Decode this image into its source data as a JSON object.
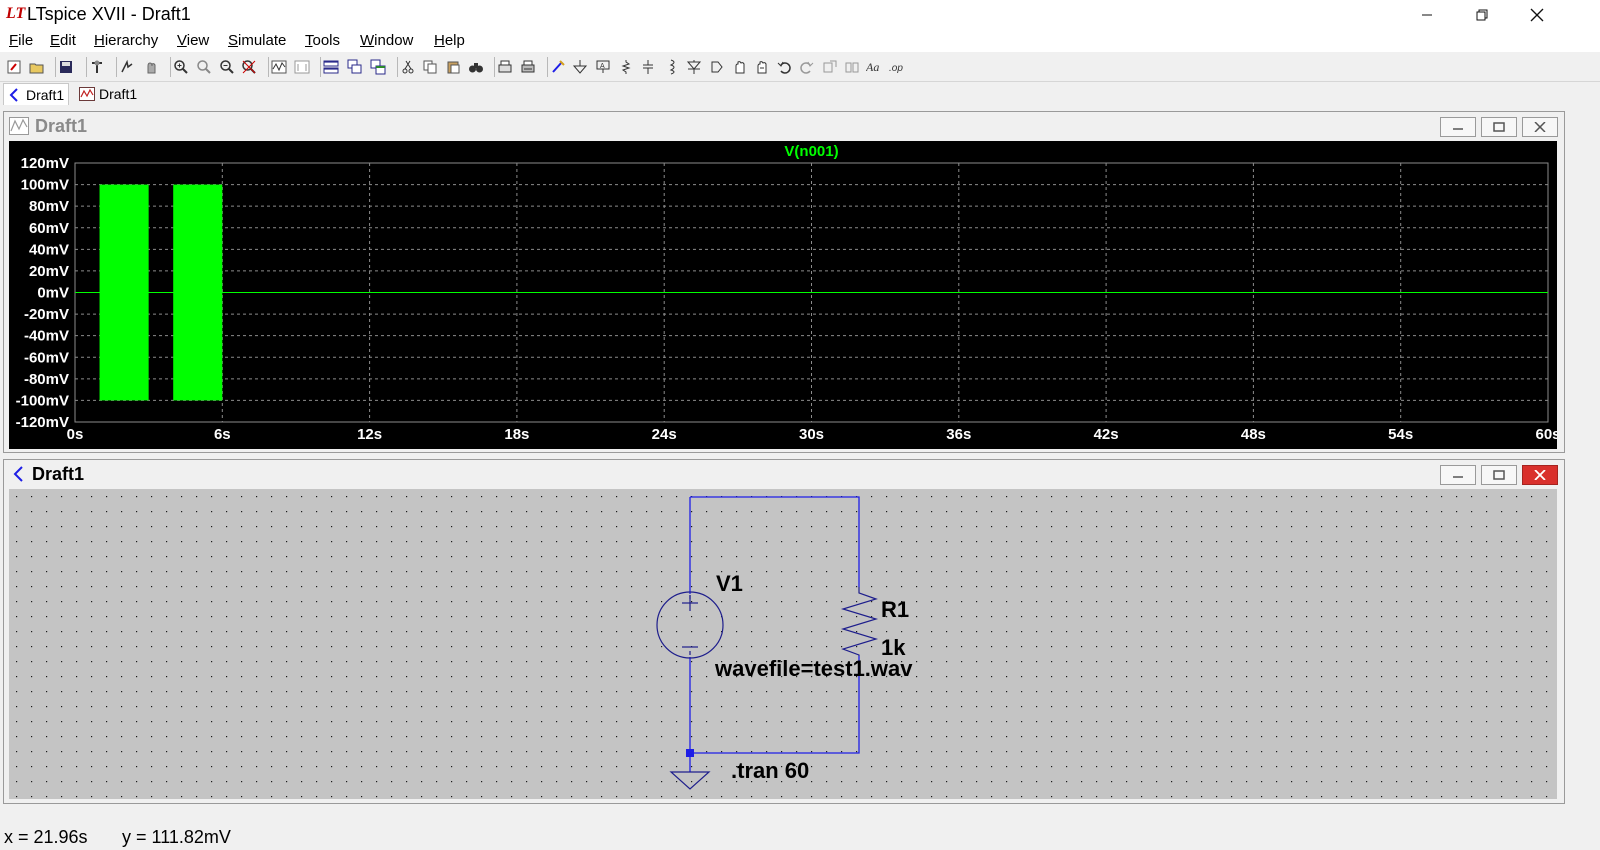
{
  "app": {
    "title": "LTspice XVII - Draft1",
    "logo_glyph": "LT",
    "window_buttons": [
      "minimize-icon",
      "restore-icon",
      "close-icon"
    ]
  },
  "menu": {
    "items": [
      "File",
      "Edit",
      "Hierarchy",
      "View",
      "Simulate",
      "Tools",
      "Window",
      "Help"
    ]
  },
  "toolbar": {
    "icons": [
      "new-schematic-icon",
      "open-icon",
      "save-icon",
      "control-panel-icon",
      "run-icon",
      "halt-icon",
      "zoom-in-icon",
      "zoom-area-icon",
      "zoom-out-icon",
      "zoom-cancel-icon",
      "autorange-icon",
      "autorange-y-icon",
      "tile-horizontal-icon",
      "tile-vertical-icon",
      "cascade-icon",
      "cut-icon",
      "copy-icon",
      "paste-icon",
      "find-icon",
      "print-preview-icon",
      "print-icon",
      "wire-icon",
      "ground-icon",
      "label-net-icon",
      "resistor-icon",
      "capacitor-icon",
      "inductor-icon",
      "diode-icon",
      "component-icon",
      "move-icon",
      "drag-icon",
      "undo-icon",
      "redo-icon",
      "rotate-icon",
      "mirror-icon",
      "text-icon",
      "spice-directive-icon"
    ]
  },
  "tabs": [
    {
      "label": "Draft1",
      "icon": "schematic-icon"
    },
    {
      "label": "Draft1",
      "icon": "waveform-icon"
    }
  ],
  "waveform_window": {
    "title": "Draft1",
    "trace_label": "V(n001)",
    "colors": {
      "background": "#000000",
      "trace": "#00ff00",
      "grid": "#8c8c8c",
      "axis_text": "#ffffff",
      "title_bar_text": "#8a8a8a"
    }
  },
  "chart_data": {
    "type": "line",
    "title": "V(n001)",
    "xlabel": "",
    "ylabel": "",
    "x_ticks": [
      "0s",
      "6s",
      "12s",
      "18s",
      "24s",
      "30s",
      "36s",
      "42s",
      "48s",
      "54s",
      "60s"
    ],
    "y_ticks": [
      "120mV",
      "100mV",
      "80mV",
      "60mV",
      "40mV",
      "20mV",
      "0mV",
      "-20mV",
      "-40mV",
      "-60mV",
      "-80mV",
      "-100mV",
      "-120mV"
    ],
    "xlim": [
      0,
      60
    ],
    "ylim": [
      -120,
      120
    ],
    "x_unit": "s",
    "y_unit": "mV",
    "grid": true,
    "series": [
      {
        "name": "V(n001)",
        "color": "#00ff00",
        "bursts": [
          {
            "x_start": 1,
            "x_end": 3,
            "y_min": -100,
            "y_max": 100
          },
          {
            "x_start": 4,
            "x_end": 6,
            "y_min": -100,
            "y_max": 100
          }
        ],
        "baseline": {
          "x_start": 0,
          "x_end": 60,
          "y": 0
        }
      }
    ]
  },
  "schematic_window": {
    "title": "Draft1",
    "components": {
      "source": {
        "name": "V1",
        "value": "wavefile=test1.wav"
      },
      "resistor": {
        "name": "R1",
        "value": "1k"
      }
    },
    "directive": ".tran 60",
    "colors": {
      "background": "#c4c4c4",
      "wire": "#1e1ee6",
      "component": "#1e1e8c",
      "text": "#000000",
      "junction": "#1e1ee6"
    }
  },
  "status": {
    "x_readout": "x = 21.96s",
    "y_readout": "y = 111.82mV"
  }
}
